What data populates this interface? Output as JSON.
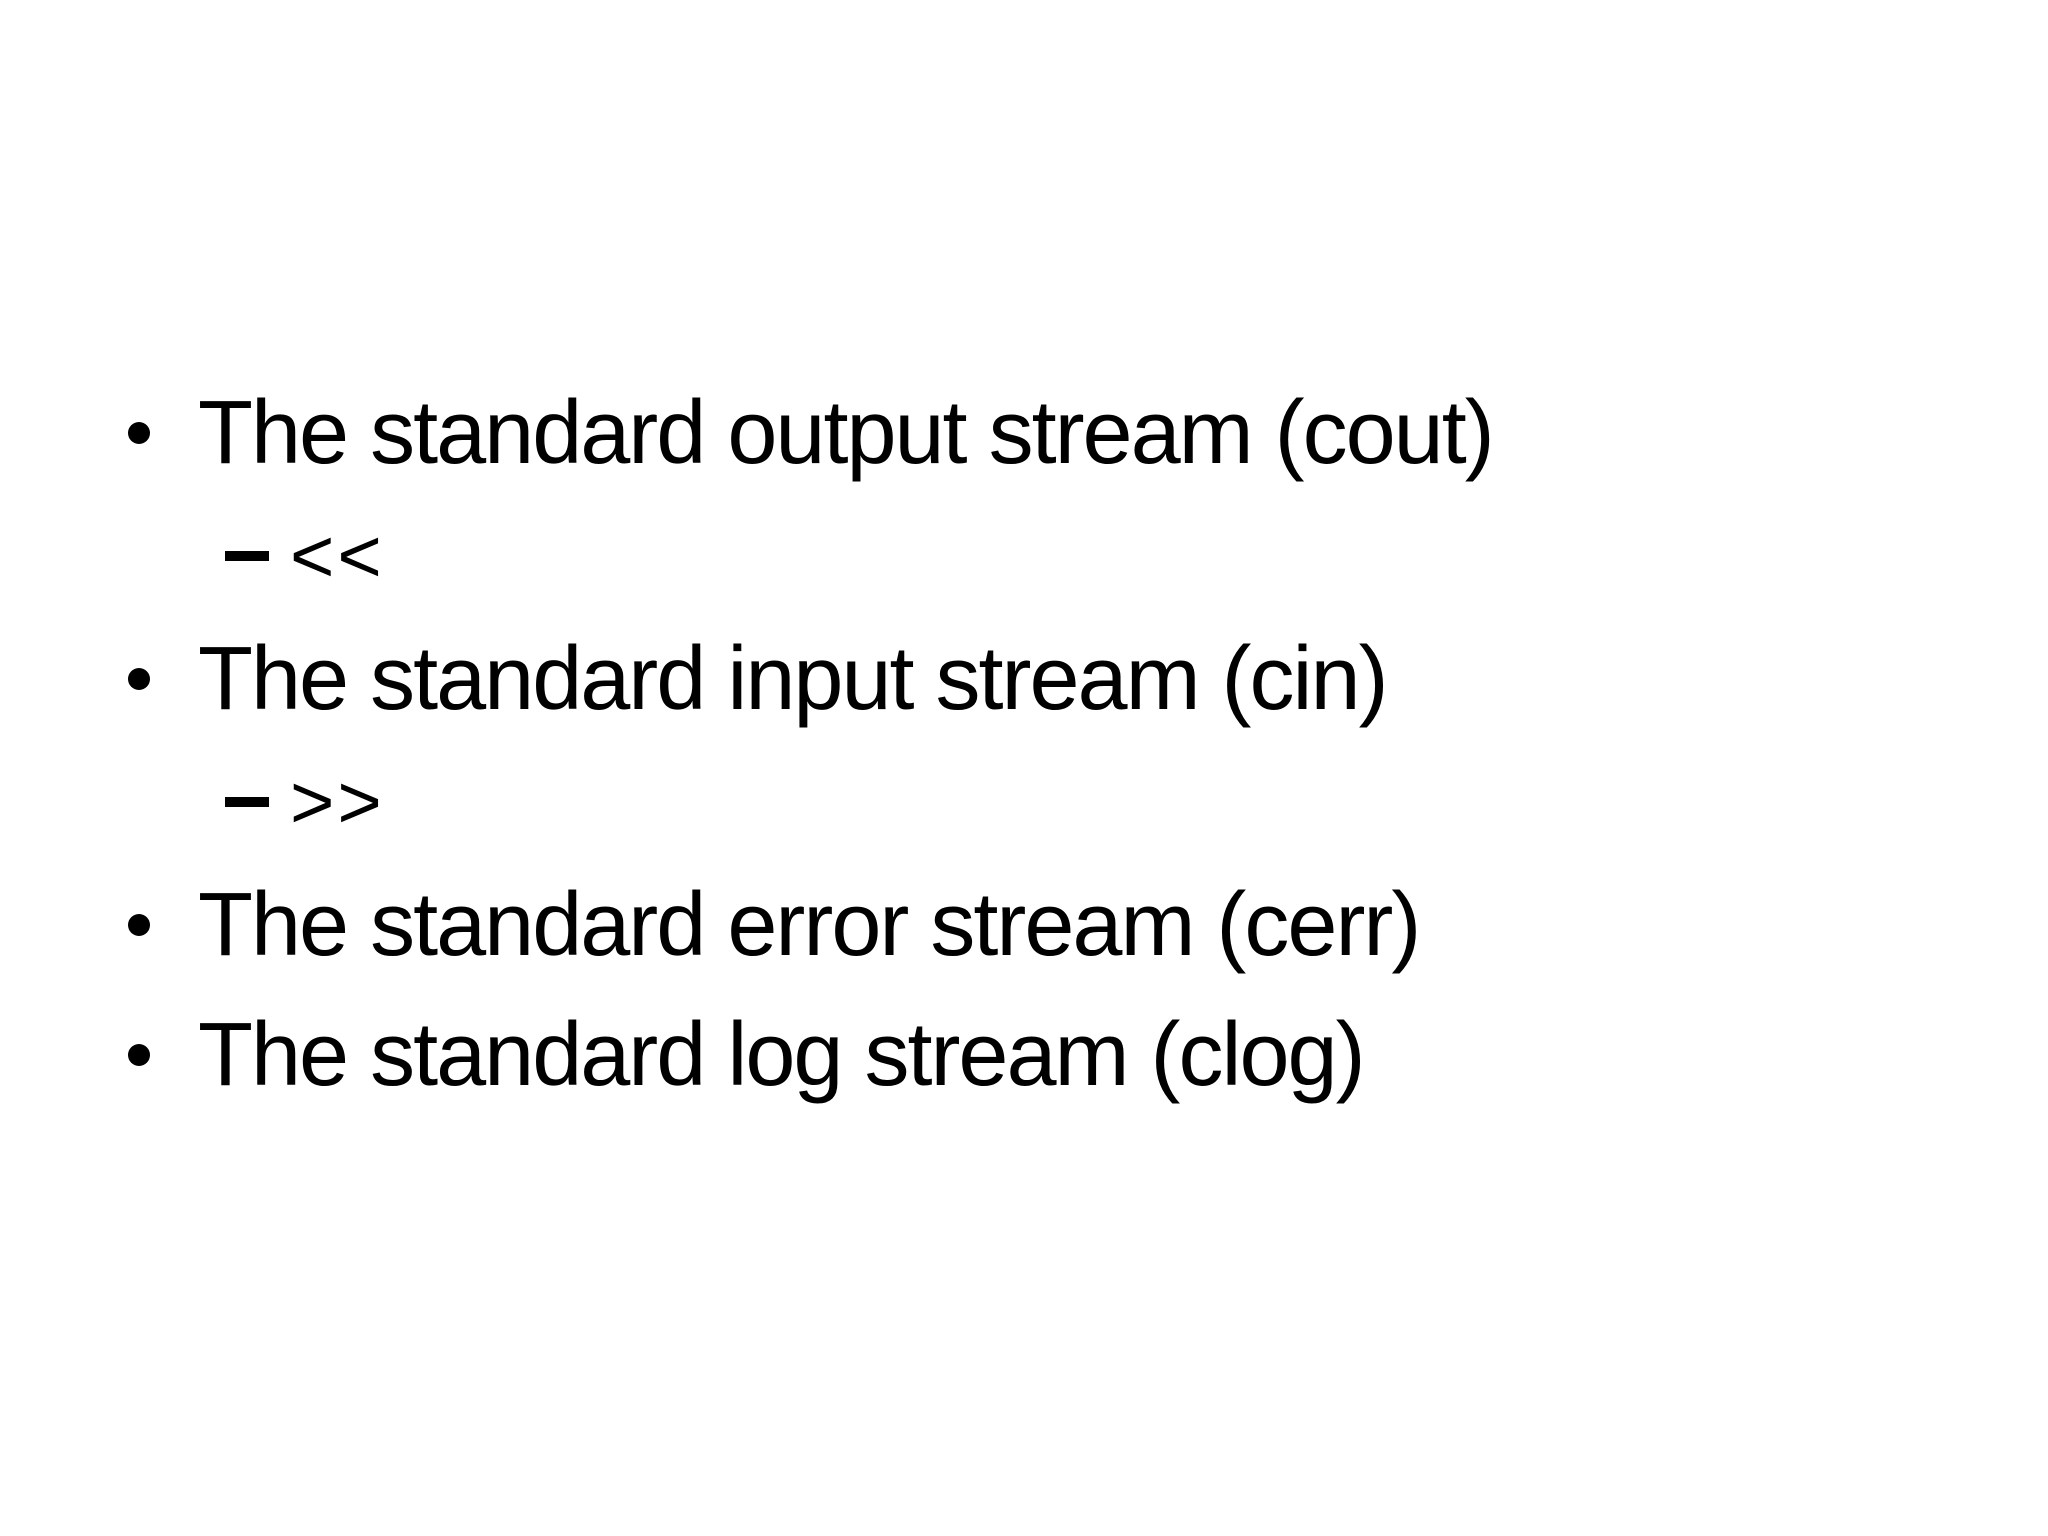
{
  "slide": {
    "background_color": "#ffffff",
    "text_color": "#000000",
    "bullets": [
      {
        "level": 1,
        "marker": "disc-bullet",
        "text": "The standard output stream (cout)"
      },
      {
        "level": 2,
        "marker": "dash-bullet",
        "text": "<<"
      },
      {
        "level": 1,
        "marker": "disc-bullet",
        "text": "The standard input stream (cin)"
      },
      {
        "level": 2,
        "marker": "dash-bullet",
        "text": ">>"
      },
      {
        "level": 1,
        "marker": "disc-bullet",
        "text": "The standard error stream (cerr)"
      },
      {
        "level": 1,
        "marker": "disc-bullet",
        "text": "The standard log stream (clog)"
      }
    ]
  }
}
